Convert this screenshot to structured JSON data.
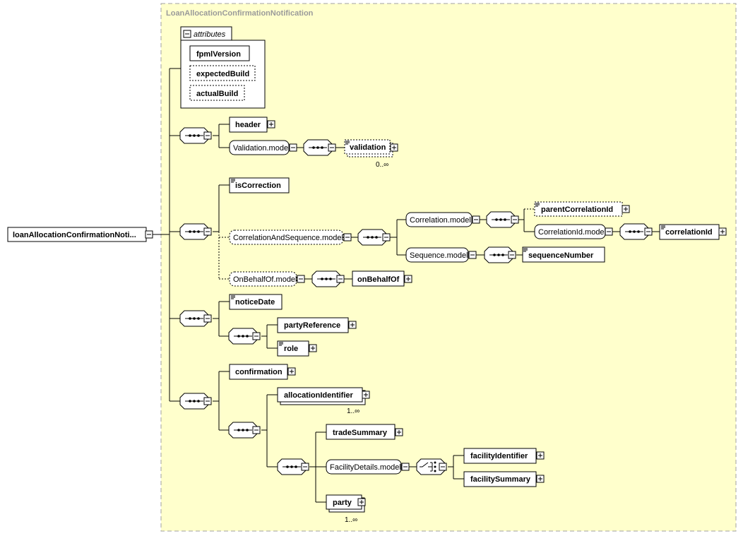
{
  "group_title": "LoanAllocationConfirmationNotification",
  "root_element": "loanAllocationConfirmationNoti...",
  "attributes": {
    "header": "attributes",
    "items": [
      "fpmlVersion",
      "expectedBuild",
      "actualBuild"
    ]
  },
  "elements": {
    "header": "header",
    "validation_model": "Validation.model",
    "validation": "validation",
    "validation_occ": "0..∞",
    "isCorrection": "isCorrection",
    "correlation_and_sequence_model": "CorrelationAndSequence.model",
    "correlation_model": "Correlation.model",
    "parentCorrelationId": "parentCorrelationId",
    "correlationId_model": "CorrelationId.model",
    "correlationId": "correlationId",
    "sequence_model": "Sequence.model",
    "sequenceNumber": "sequenceNumber",
    "onBehalfOf_model": "OnBehalfOf.model",
    "onBehalfOf": "onBehalfOf",
    "noticeDate": "noticeDate",
    "partyReference": "partyReference",
    "role": "role",
    "confirmation": "confirmation",
    "allocationIdentifier": "allocationIdentifier",
    "allocationIdentifier_occ": "1..∞",
    "tradeSummary": "tradeSummary",
    "facilityDetails_model": "FacilityDetails.model",
    "facilityIdentifier": "facilityIdentifier",
    "facilitySummary": "facilitySummary",
    "party": "party",
    "party_occ": "1..∞"
  },
  "colors": {
    "group_fill": "#ffffcc",
    "group_border": "#a0a0a0",
    "box_fill": "#ffffff",
    "line": "#000000"
  },
  "icons": {
    "sequence": "sequence-compositor-icon",
    "choice": "choice-compositor-icon",
    "expand": "plus-box-icon",
    "collapse": "minus-box-icon",
    "text_content": "text-content-icon"
  }
}
